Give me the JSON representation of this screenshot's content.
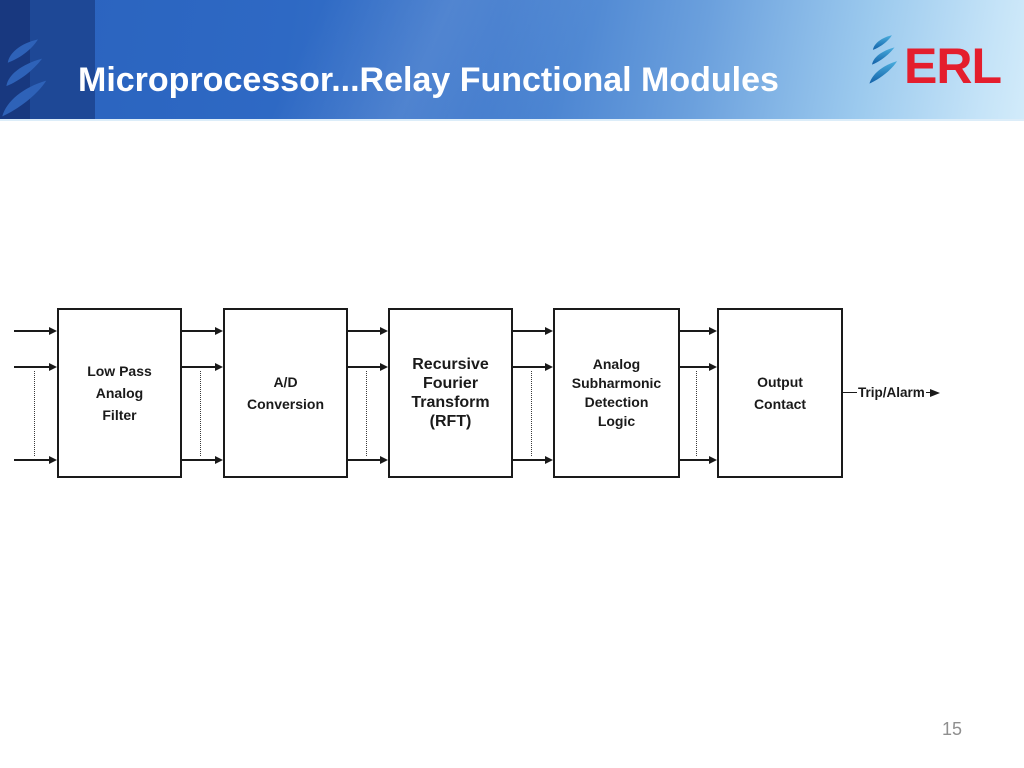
{
  "header": {
    "title": "Microprocessor...Relay Functional Modules",
    "logo_text": "ERL"
  },
  "footer": {
    "page_number": "15"
  },
  "diagram": {
    "blocks": [
      {
        "id": "low-pass-analog-filter",
        "lines": [
          "Low Pass",
          "Analog",
          "Filter"
        ]
      },
      {
        "id": "ad-conversion",
        "lines": [
          "A/D",
          "Conversion"
        ]
      },
      {
        "id": "recursive-fourier-transform",
        "lines": [
          "Recursive",
          "Fourier",
          "Transform",
          "(RFT)"
        ]
      },
      {
        "id": "analog-subharmonic-detection-logic",
        "lines": [
          "Analog",
          "Subharmonic",
          "Detection",
          "Logic"
        ]
      },
      {
        "id": "output-contact",
        "lines": [
          "Output",
          "Contact"
        ]
      }
    ],
    "output_label": "Trip/Alarm"
  },
  "colors": {
    "header_dark_stripe": "#18387f",
    "header_dark_block": "#1e4896",
    "header_gradient_start": "#2a62bd",
    "header_gradient_end": "#d2ebfa",
    "watermark_blue": "#2e62b8",
    "logo_red": "#e41e2d",
    "logo_spiral_top": "#4aaede",
    "logo_spiral_bottom": "#1261a8",
    "title_text": "#ffffff",
    "diagram_line": "#1a1a1a",
    "page_number_gray": "#8f8f8f"
  }
}
